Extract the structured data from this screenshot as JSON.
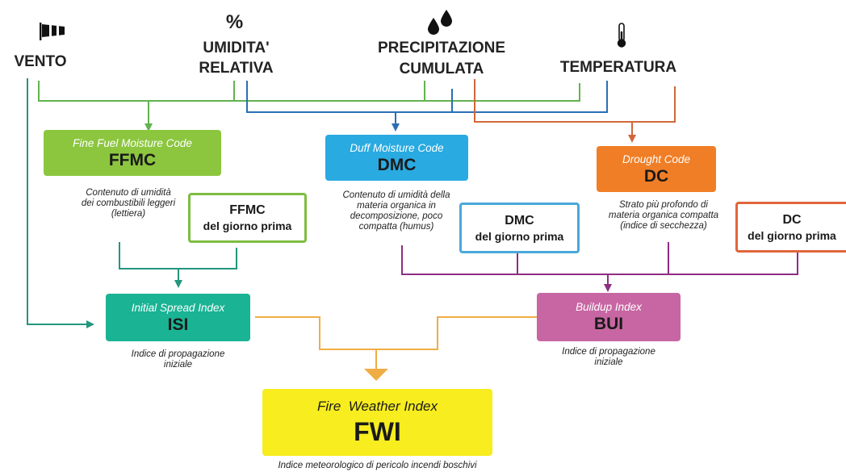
{
  "inputs": {
    "wind": {
      "label": "VENTO",
      "icon": "windsock-icon"
    },
    "humidity": {
      "symbol": "%",
      "line1": "UMIDITA'",
      "line2": "RELATIVA"
    },
    "precipitation": {
      "icon": "droplets-icon",
      "line1": "PRECIPITAZIONE",
      "line2": "CUMULATA"
    },
    "temperature": {
      "label": "TEMPERATURA",
      "icon": "thermometer-icon"
    }
  },
  "codes": {
    "ffmc": {
      "name": "Fine Fuel Moisture Code",
      "abbr": "FFMC",
      "desc": [
        "Contenuto di umidità",
        "dei combustibili leggeri",
        "(lettiera)"
      ]
    },
    "dmc": {
      "name": "Duff Moisture Code",
      "abbr": "DMC",
      "desc": [
        "Contenuto di umidità della",
        "materia organica in",
        "decomposizione, poco",
        "compatta (humus)"
      ]
    },
    "dc": {
      "name": "Drought Code",
      "abbr": "DC",
      "desc": [
        "Strato più profondo di",
        "materia organica compatta",
        "(indice di secchezza)"
      ]
    }
  },
  "previous": {
    "ffmc": {
      "abbr": "FFMC",
      "label": "del giorno prima"
    },
    "dmc": {
      "abbr": "DMC",
      "label": "del giorno prima"
    },
    "dc": {
      "abbr": "DC",
      "label": "del giorno prima"
    }
  },
  "indices": {
    "isi": {
      "name": "Initial Spread Index",
      "abbr": "ISI",
      "desc": [
        "Indice di propagazione",
        "iniziale"
      ]
    },
    "bui": {
      "name": "Buildup Index",
      "abbr": "BUI",
      "desc": [
        "Indice di propagazione",
        "iniziale"
      ]
    },
    "fwi": {
      "name": "Fire  Weather Index",
      "abbr": "FWI",
      "desc": [
        "Indice meteorologico di pericolo incendi boschivi"
      ]
    }
  },
  "colors": {
    "ffmc": "#8cc63f",
    "dmc": "#29aae1",
    "dc": "#f07e26",
    "isi": "#1ab394",
    "bui": "#c766a3",
    "fwi": "#f7ed1f",
    "line_ffmc": "#62b34f",
    "line_dmc": "#2b6eb4",
    "line_dc": "#d2673a",
    "line_isi": "#23967e",
    "line_bui": "#8e2d83",
    "line_fwi": "#f0ad45",
    "prev_ffmc": "#7dbd42",
    "prev_dmc": "#4aa8db",
    "prev_dc": "#e0663a"
  }
}
